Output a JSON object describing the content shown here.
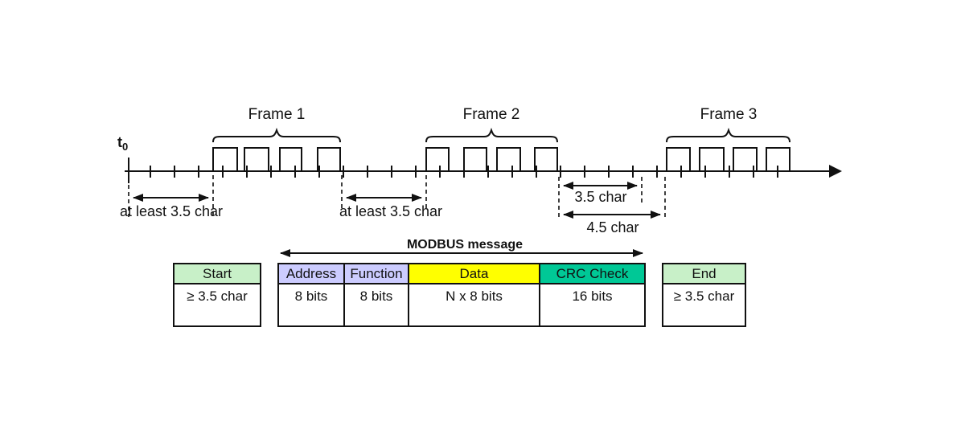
{
  "diagram": {
    "t0_label": "t",
    "t0_sub": "0",
    "frames": [
      {
        "label": "Frame 1"
      },
      {
        "label": "Frame 2"
      },
      {
        "label": "Frame 3"
      }
    ],
    "gaps": {
      "before_frame1": "at least 3.5 char",
      "before_frame2": "at least 3.5 char",
      "char35": "3.5 char",
      "char45": "4.5 char"
    },
    "modbus_label": "MODBUS message"
  },
  "table": {
    "start": {
      "header": "Start",
      "value": "≥ 3.5 char",
      "color": "#C8F0C8"
    },
    "fields": [
      {
        "header": "Address",
        "value": "8 bits",
        "color": "#CCCCFF"
      },
      {
        "header": "Function",
        "value": "8 bits",
        "color": "#CCCCFF"
      },
      {
        "header": "Data",
        "value": "N x 8 bits",
        "color": "#FFFF00"
      },
      {
        "header": "CRC Check",
        "value": "16 bits",
        "color": "#00C896"
      }
    ],
    "end": {
      "header": "End",
      "value": "≥ 3.5 char",
      "color": "#C8F0C8"
    }
  },
  "colors": {
    "line": "#111111",
    "start_end_header": "#C8F0C8",
    "address_function_header": "#CCCCFF",
    "data_header": "#FFFF00",
    "crc_header": "#00C896"
  }
}
